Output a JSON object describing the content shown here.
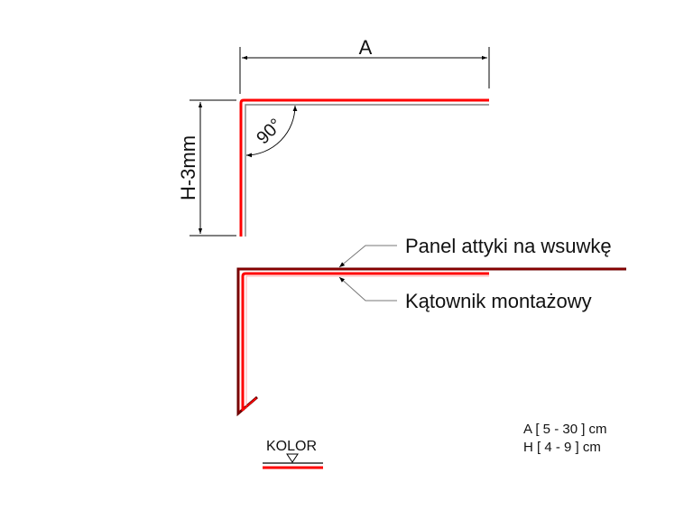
{
  "diagram": {
    "dimension_width_label": "A",
    "dimension_height_label": "H-3mm",
    "angle_label": "90°",
    "callouts": [
      {
        "label": "Panel attyki na wsuwkę"
      },
      {
        "label": "Kątownik montażowy"
      }
    ],
    "color_legend": {
      "label": "KOLOR"
    },
    "ranges": [
      {
        "text": "A [ 5 - 30 ] cm"
      },
      {
        "text": "H [ 4 - 9 ] cm"
      }
    ],
    "colors": {
      "color_side": "#ff0000",
      "panel": "#8b0000",
      "gray_line": "#808080",
      "dim_line": "#000000"
    }
  }
}
